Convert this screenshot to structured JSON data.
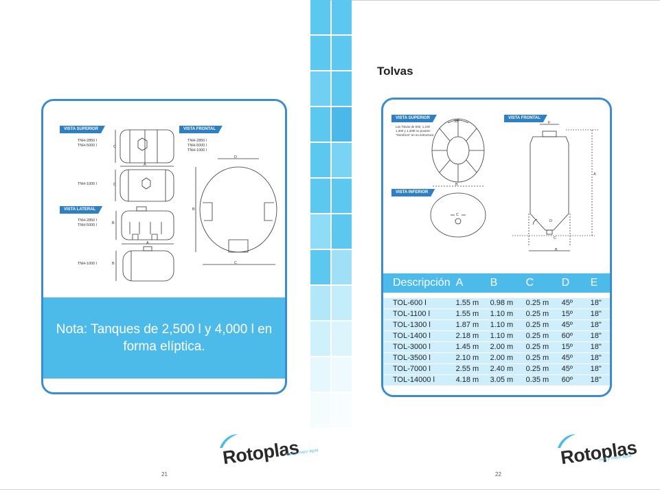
{
  "left_page": {
    "labels": {
      "top_view": "VISTA SUPERIOR",
      "front_view": "VISTA FRONTAL",
      "side_view": "VISTA LATERAL"
    },
    "models": {
      "top_big": [
        "TNH-2850 l",
        "TNH-5000 l"
      ],
      "top_small": "TNH-1000 l",
      "front": [
        "TNH-2850 l",
        "TNH-5000 l",
        "TNH-1000 l"
      ],
      "side_big": [
        "TNH-2850 l",
        "TNH-5000 l"
      ],
      "side_small": "TNH-1000 l"
    },
    "dims": {
      "a": "A",
      "b": "B",
      "c": "C",
      "d": "D"
    },
    "note": "Nota: Tanques de 2,500 l y 4,000 l en forma elíptica.",
    "page_number": "21"
  },
  "right_page": {
    "title": "Tolvas",
    "labels": {
      "top_view": "VISTA SUPERIOR",
      "bottom_view": "VISTA INFERIOR",
      "front_view": "VISTA FRONTAL"
    },
    "hopper_note": "Las Tolvas de 600, 1,100 1,300 y 1,400l no poseen \"Hombros\" en su estructura.",
    "angle_label": "35°",
    "dims": {
      "a": "A",
      "b": "B",
      "c": "C",
      "d": "D",
      "f": "F"
    },
    "table": {
      "headers": [
        "Descripción",
        "A",
        "B",
        "C",
        "D",
        "E"
      ],
      "rows": [
        [
          "TOL-600 l",
          "1.55 m",
          "0.98 m",
          "0.25 m",
          "45º",
          "18\""
        ],
        [
          "TOL-1100 l",
          "1.55 m",
          "1.10 m",
          "0.25 m",
          "15º",
          "18\""
        ],
        [
          "TOL-1300 l",
          "1.87 m",
          "1.10 m",
          "0.25 m",
          "45º",
          "18\""
        ],
        [
          "TOL-1400 l",
          "2.18 m",
          "1.10 m",
          "0.25 m",
          "60º",
          "18\""
        ],
        [
          "TOL-3000 l",
          "1.45 m",
          "2.00 m",
          "0.25 m",
          "15º",
          "18\""
        ],
        [
          "TOL-3500 l",
          "2.10 m",
          "2.00 m",
          "0.25 m",
          "45º",
          "18\""
        ],
        [
          "TOL-7000 l",
          "2.55 m",
          "2.40 m",
          "0.25 m",
          "45º",
          "18\""
        ],
        [
          "TOL-14000 l",
          "4.18 m",
          "3.05 m",
          "0.35 m",
          "60º",
          "18\""
        ]
      ]
    },
    "page_number": "22"
  },
  "brand": {
    "name": "Rotoplas",
    "tagline": "más y mejor agua",
    "accent_color": "#4dbbea",
    "border_color": "#3b8bd0"
  }
}
